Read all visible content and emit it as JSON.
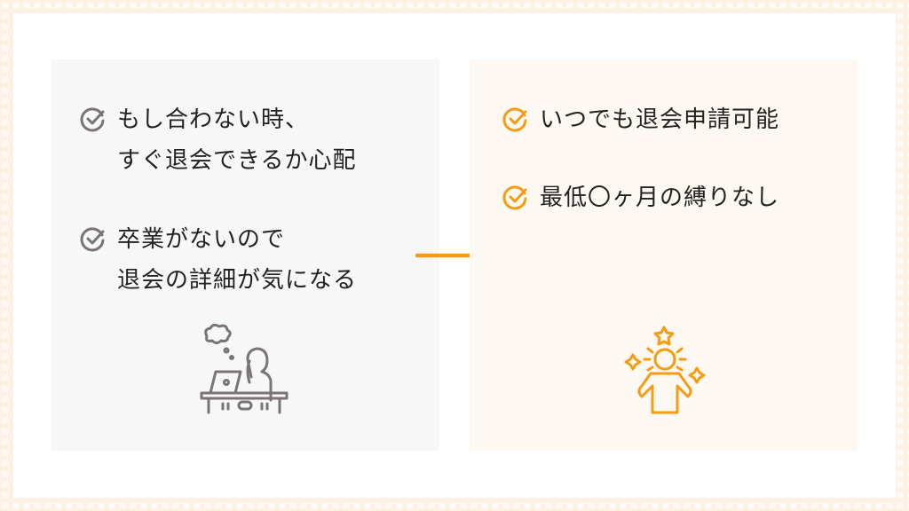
{
  "colors": {
    "accent": "#f59c12",
    "gray_icon": "#7a7474",
    "left_panel_bg": "#f7f7f7",
    "right_panel_bg": "#fdf8f2",
    "page_bg": "#fdf1e4"
  },
  "left_panel": {
    "items": [
      {
        "icon": "check-circle-icon",
        "text": "もし合わない時、\nすぐ退会できるか心配"
      },
      {
        "icon": "check-circle-icon",
        "text": "卒業がないので\n退会の詳細が気になる"
      }
    ],
    "illustration": "worried-person-at-desk-icon"
  },
  "arrow": {
    "icon": "arrow-right-icon"
  },
  "right_panel": {
    "items": [
      {
        "icon": "check-circle-icon",
        "text": "いつでも退会申請可能"
      },
      {
        "icon": "check-circle-icon",
        "text": "最低〇ヶ月の縛りなし"
      }
    ],
    "illustration": "confident-person-icon"
  }
}
